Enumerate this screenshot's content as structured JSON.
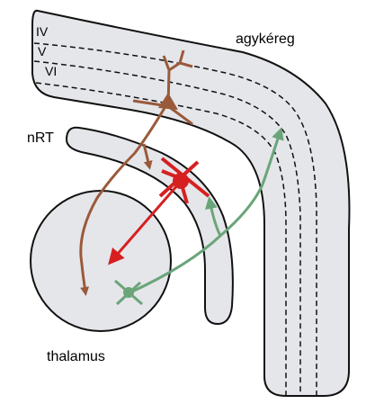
{
  "labels": {
    "cortex": "agykéreg",
    "nrt": "nRT",
    "thalamus": "thalamus",
    "layer_iv": "IV",
    "layer_v": "V",
    "layer_vi": "VI"
  },
  "colors": {
    "region_fill": "#e5e6ea",
    "outline": "#111111",
    "cortical_neuron": "#9a5a3a",
    "nrt_neuron": "#d62020",
    "thalamic_neuron": "#6aa57a"
  }
}
